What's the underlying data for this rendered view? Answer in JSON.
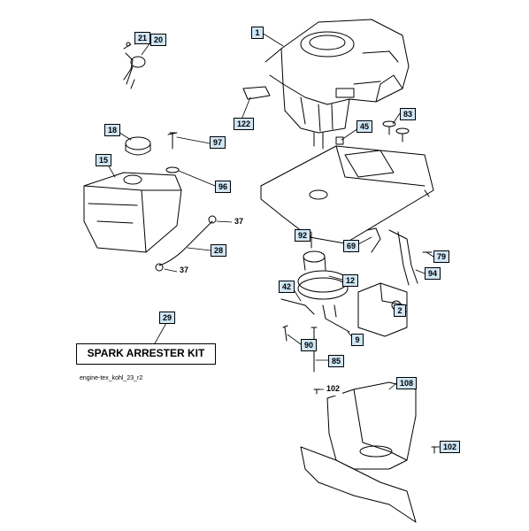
{
  "diagram": {
    "kit_label": "SPARK ARRESTER KIT",
    "reference_code": "engine-tex_kohl_23_r2",
    "callouts": {
      "c1": "1",
      "c21": "21",
      "c20": "20",
      "c122": "122",
      "c45": "45",
      "c83": "83",
      "c18": "18",
      "c97": "97",
      "c15": "15",
      "c96": "96",
      "c37a": "37",
      "c28": "28",
      "c37b": "37",
      "c92": "92",
      "c69": "69",
      "c79": "79",
      "c94": "94",
      "c12": "12",
      "c42": "42",
      "c2": "2",
      "c90": "90",
      "c9": "9",
      "c85": "85",
      "c29": "29",
      "c102a": "102",
      "c108": "108",
      "c102b": "102"
    }
  }
}
